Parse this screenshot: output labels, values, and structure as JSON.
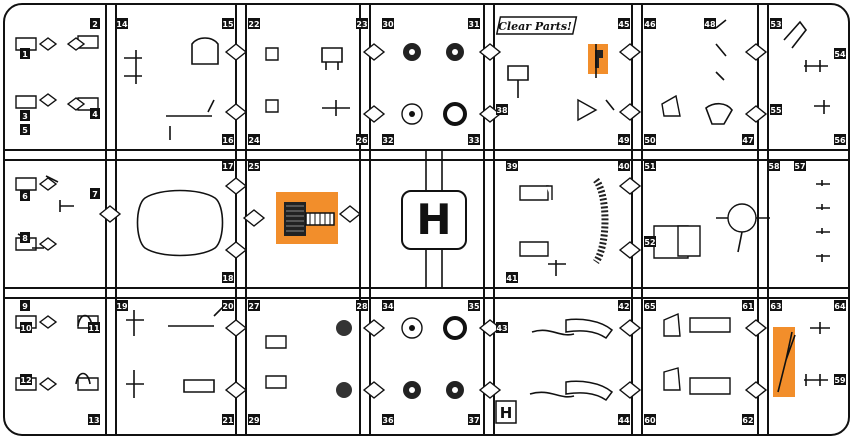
{
  "logo_text": "Clear Parts!",
  "center_mark": "H",
  "small_mark": "H",
  "highlight_color": "#f28e2b",
  "part_numbers": {
    "n1": "1",
    "n2": "2",
    "n3": "3",
    "n4": "4",
    "n5": "5",
    "n6": "6",
    "n7": "7",
    "n8": "8",
    "n9": "9",
    "n10": "10",
    "n11": "11",
    "n12": "12",
    "n13": "13",
    "n14": "14",
    "n15": "15",
    "n16": "16",
    "n17": "17",
    "n18": "18",
    "n19": "19",
    "n20": "20",
    "n21": "21",
    "n22": "22",
    "n23": "23",
    "n24": "24",
    "n25": "25",
    "n26": "26",
    "n27": "27",
    "n28": "28",
    "n29": "29",
    "n30": "30",
    "n31": "31",
    "n32": "32",
    "n33": "33",
    "n34": "34",
    "n35": "35",
    "n36": "36",
    "n37": "37",
    "n38": "38",
    "n39": "39",
    "n40": "40",
    "n41": "41",
    "n42": "42",
    "n43": "43",
    "n44": "44",
    "n45": "45",
    "n46": "46",
    "n47": "47",
    "n48": "48",
    "n49": "49",
    "n50": "50",
    "n51": "51",
    "n52": "52",
    "n53": "53",
    "n54": "54",
    "n55": "55",
    "n56": "56",
    "n57": "57",
    "n58": "58",
    "n59": "59",
    "n60": "60",
    "n61": "61",
    "n62": "62",
    "n63": "63",
    "n64": "64",
    "n65": "65"
  }
}
